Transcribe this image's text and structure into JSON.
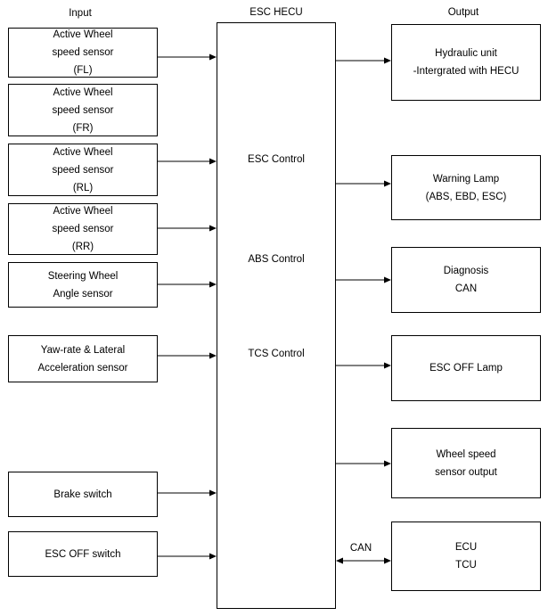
{
  "headers": {
    "input": "Input",
    "hecu": "ESC HECU",
    "output": "Output"
  },
  "inputs": [
    {
      "lines": [
        "Active Wheel",
        "speed sensor",
        "(FL)"
      ]
    },
    {
      "lines": [
        "Active Wheel",
        "speed sensor",
        "(FR)"
      ]
    },
    {
      "lines": [
        "Active Wheel",
        "speed sensor",
        "(RL)"
      ]
    },
    {
      "lines": [
        "Active Wheel",
        "speed sensor",
        "(RR)"
      ]
    },
    {
      "lines": [
        "Steering Wheel",
        "Angle sensor"
      ]
    },
    {
      "lines": [
        "Yaw-rate & Lateral",
        "Acceleration sensor"
      ]
    },
    {
      "lines": [
        "Brake switch"
      ]
    },
    {
      "lines": [
        "ESC OFF switch"
      ]
    }
  ],
  "controls": [
    "ESC Control",
    "ABS Control",
    "TCS Control"
  ],
  "outputs": [
    {
      "lines": [
        "Hydraulic unit",
        "-Intergrated with HECU"
      ]
    },
    {
      "lines": [
        "Warning Lamp",
        "(ABS, EBD, ESC)"
      ]
    },
    {
      "lines": [
        "Diagnosis",
        "CAN"
      ]
    },
    {
      "lines": [
        "ESC OFF Lamp"
      ]
    },
    {
      "lines": [
        "Wheel speed",
        "sensor output"
      ]
    },
    {
      "lines": [
        "ECU",
        "TCU"
      ]
    }
  ],
  "can_label": "CAN"
}
